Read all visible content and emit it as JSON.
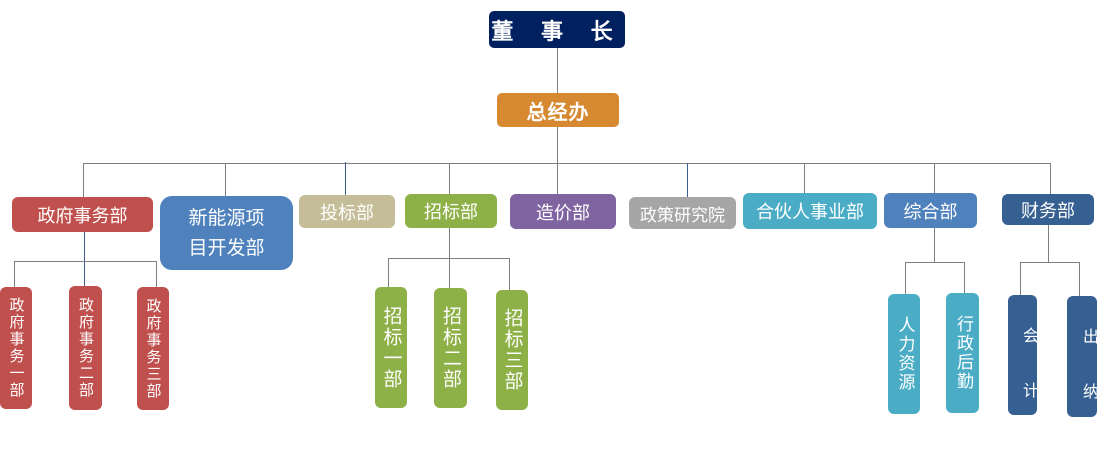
{
  "chart": {
    "root": {
      "label": "董 事 长",
      "color": "#002060"
    },
    "gm": {
      "label": "总经办",
      "color": "#d68930"
    },
    "departments": [
      {
        "label": "政府事务部",
        "color": "#c0504d"
      },
      {
        "label": "新能源项目开发部",
        "color": "#4f81bd"
      },
      {
        "label": "投标部",
        "color": "#c4bd97"
      },
      {
        "label": "招标部",
        "color": "#8db047"
      },
      {
        "label": "造价部",
        "color": "#8064a2"
      },
      {
        "label": "政策研究院",
        "color": "#a6a6a6"
      },
      {
        "label": "合伙人事业部",
        "color": "#4bacc6"
      },
      {
        "label": "综合部",
        "color": "#4f81bd"
      },
      {
        "label": "财务部",
        "color": "#366092"
      }
    ],
    "subunits": {
      "gov": [
        "政府事务一部",
        "政府事务二部",
        "政府事务三部"
      ],
      "tender": [
        "招标一部",
        "招标二部",
        "招标三部"
      ],
      "general": [
        "人力资源",
        "行政后勤"
      ],
      "finance": [
        "会 计",
        "出 纳"
      ]
    }
  }
}
